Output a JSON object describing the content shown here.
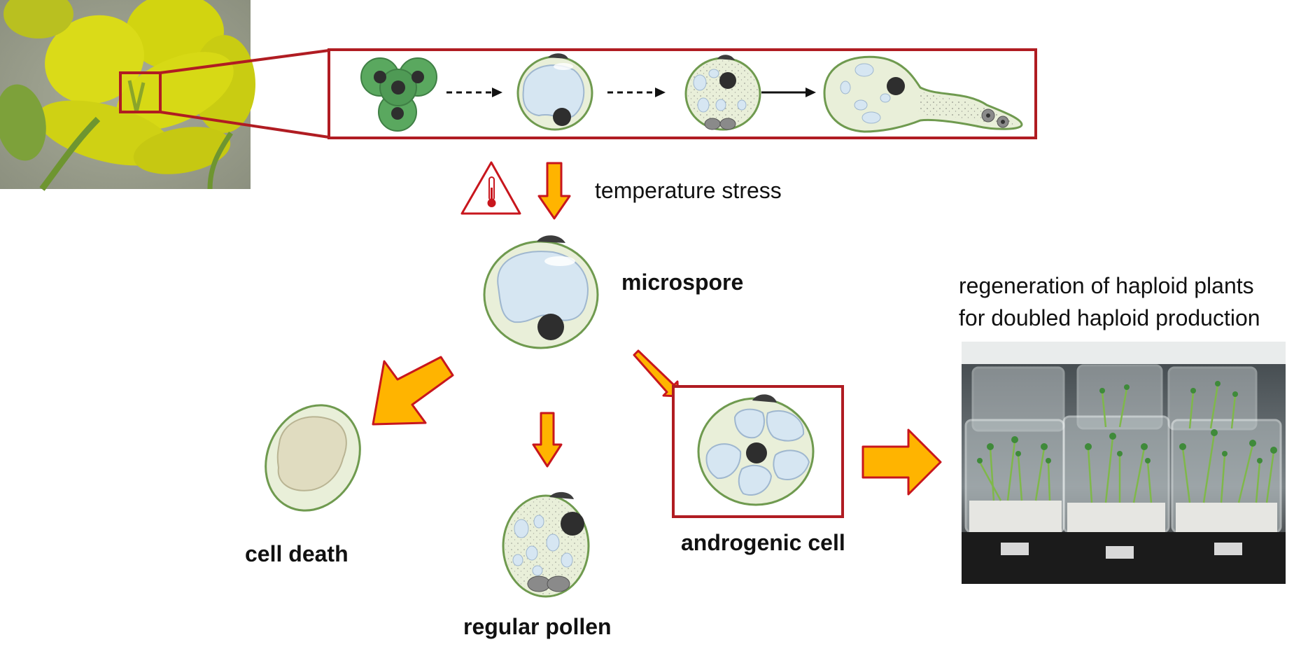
{
  "labels": {
    "temperature_stress": "temperature stress",
    "microspore": "microspore",
    "cell_death": "cell death",
    "regular_pollen": "regular pollen",
    "androgenic_cell": "androgenic cell",
    "regeneration_line1": "regeneration of haploid plants",
    "regeneration_line2": "for doubled haploid production"
  },
  "colors": {
    "frame_red": "#b01c22",
    "arrow_orange": "#ffb400",
    "cell_fill": "#e9efd9",
    "cell_outline": "#6f9a4f",
    "vacuole_blue": "#d6e6f2",
    "nucleus": "#2e2e2e",
    "tetrad_green": "#4f9a55"
  },
  "icons": {
    "warning": "temperature-warning-icon",
    "flower": "rapeseed-flower-photo",
    "plants": "plant-containers-photo"
  }
}
